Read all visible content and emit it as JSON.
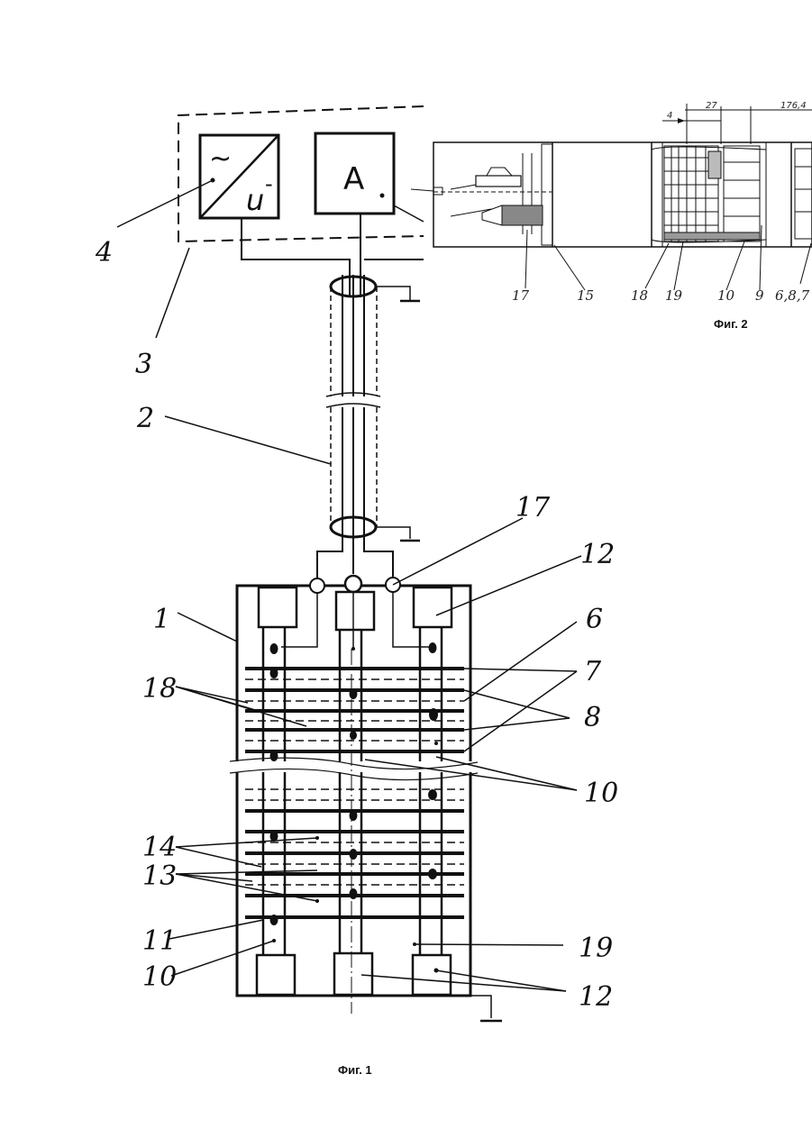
{
  "figure1": {
    "caption": "Фиг. 1",
    "converter_symbol_ac": "~",
    "converter_symbol_u": "u",
    "converter_symbol_dc": "-",
    "ammeter_symbol": "A",
    "labels": {
      "l1": "1",
      "l2": "2",
      "l3": "3",
      "l4": "4",
      "l6": "6",
      "l7": "7",
      "l8": "8",
      "l10a": "10",
      "l10b": "10",
      "l11": "11",
      "l12a": "12",
      "l12b": "12",
      "l13": "13",
      "l14": "14",
      "l17": "17",
      "l18": "18",
      "l19": "19"
    }
  },
  "figure2": {
    "caption": "Фиг. 2",
    "dimensions": {
      "d4": "4",
      "d27": "27",
      "d176": "176,4"
    },
    "labels": {
      "l17": "17",
      "l15": "15",
      "l18": "18",
      "l19": "19",
      "l10": "10",
      "l9": "9",
      "l687": "6,8,7"
    }
  }
}
